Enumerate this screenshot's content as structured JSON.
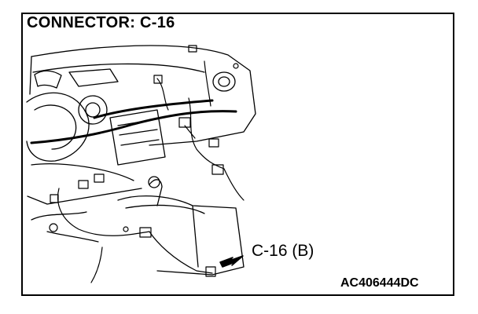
{
  "title": "CONNECTOR: C-16",
  "callout_label": "C-16 (B)",
  "figure_code": "AC406444DC",
  "colors": {
    "line": "#000000",
    "background": "#ffffff"
  },
  "icons": {
    "pointer": "arrow-icon"
  }
}
